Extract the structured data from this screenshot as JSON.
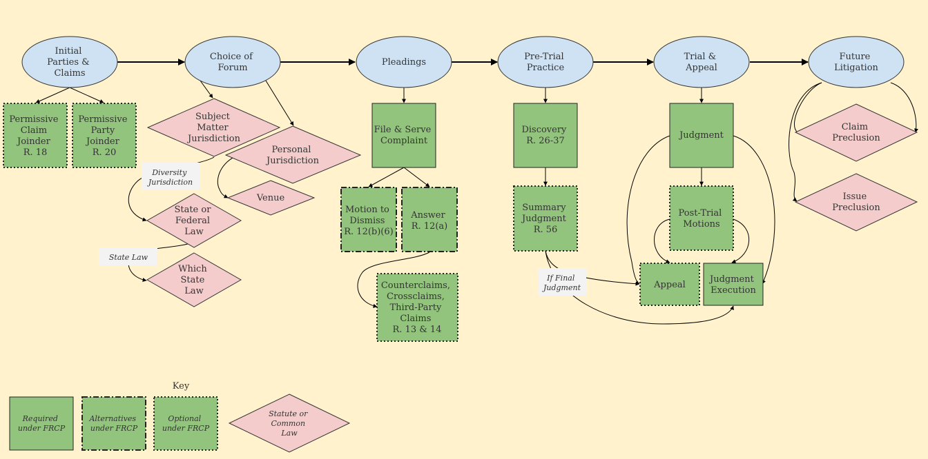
{
  "stages": {
    "initial": [
      "Initial",
      "Parties &",
      "Claims"
    ],
    "forum": [
      "Choice of",
      "Forum"
    ],
    "pleadings": [
      "Pleadings"
    ],
    "pretrial": [
      "Pre-Trial",
      "Practice"
    ],
    "trial": [
      "Trial &",
      "Appeal"
    ],
    "future": [
      "Future",
      "Litigation"
    ]
  },
  "nodes": {
    "perm_claim": [
      "Permissive",
      "Claim",
      "Joinder",
      "R. 18"
    ],
    "perm_party": [
      "Permissive",
      "Party",
      "Joinder",
      "R. 20"
    ],
    "smj": [
      "Subject",
      "Matter",
      "Jurisdiction"
    ],
    "pj": [
      "Personal",
      "Jurisdiction"
    ],
    "venue": [
      "Venue"
    ],
    "state_fed": [
      "State or",
      "Federal",
      "Law"
    ],
    "which_state": [
      "Which",
      "State",
      "Law"
    ],
    "file_serve": [
      "File & Serve",
      "Complaint"
    ],
    "motion_dismiss": [
      "Motion to",
      "Dismiss",
      "R. 12(b)(6)"
    ],
    "answer": [
      "Answer",
      "R. 12(a)"
    ],
    "counterclaims": [
      "Counterclaims,",
      "Crossclaims,",
      "Third-Party",
      "Claims",
      "R. 13 & 14"
    ],
    "discovery": [
      "Discovery",
      "R. 26-37"
    ],
    "summary_judgment": [
      "Summary",
      "Judgment",
      "R. 56"
    ],
    "judgment": [
      "Judgment"
    ],
    "post_trial": [
      "Post-Trial",
      "Motions"
    ],
    "appeal": [
      "Appeal"
    ],
    "judgment_exec": [
      "Judgment",
      "Execution"
    ],
    "claim_preclusion": [
      "Claim",
      "Preclusion"
    ],
    "issue_preclusion": [
      "Issue",
      "Preclusion"
    ]
  },
  "edge_labels": {
    "diversity": [
      "Diversity",
      "Jurisdiction"
    ],
    "state_law": [
      "State Law"
    ],
    "if_final": [
      "If Final",
      "Judgment"
    ]
  },
  "key": {
    "title": "Key",
    "required": [
      "Required",
      "under FRCP"
    ],
    "alternatives": [
      "Alternatives",
      "under FRCP"
    ],
    "optional": [
      "Optional",
      "under FRCP"
    ],
    "statute": [
      "Statute or",
      "Common",
      "Law"
    ]
  }
}
